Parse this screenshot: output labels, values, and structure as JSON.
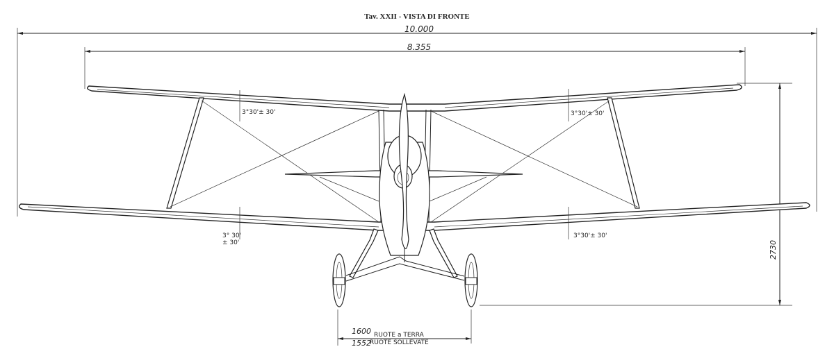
{
  "title": "Tav. XXII - VISTA DI FRONTE",
  "dimensions": {
    "overall_span": "10.000",
    "upper_span": "8.355",
    "height": "2730",
    "track_ground": "1600",
    "track_ground_label": "RUOTE a TERRA",
    "track_raised": "1552",
    "track_raised_label": "RUOTE SOLLEVATE"
  },
  "angles": {
    "upper_left": "3°30'± 30'",
    "upper_right": "3°30'± 30'",
    "lower_left_line1": "3° 30'",
    "lower_left_line2": "± 30'",
    "lower_right": "3°30'± 30'"
  }
}
